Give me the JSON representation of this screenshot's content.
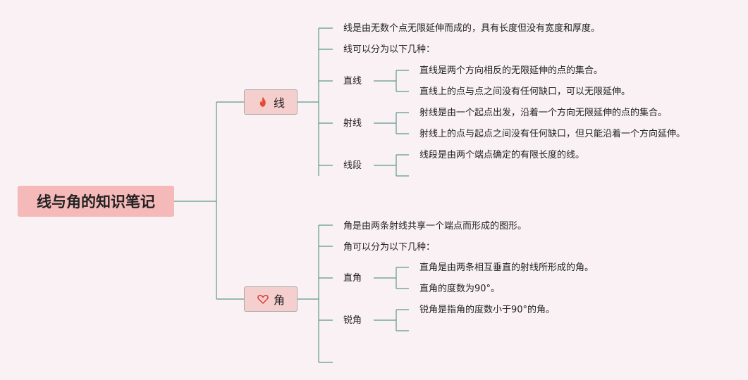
{
  "root": {
    "title": "线与角的知识笔记"
  },
  "branches": [
    {
      "label": "线",
      "icon": "fire-icon",
      "children": [
        {
          "text": "线是由无数个点无限延伸而成的，具有长度但没有宽度和厚度。"
        },
        {
          "text": "线可以分为以下几种："
        },
        {
          "text": "直线",
          "children": [
            "直线是两个方向相反的无限延伸的点的集合。",
            "直线上的点与点之间没有任何缺口，可以无限延伸。"
          ]
        },
        {
          "text": "射线",
          "children": [
            "射线是由一个起点出发，沿着一个方向无限延伸的点的集合。",
            "射线上的点与起点之间没有任何缺口，但只能沿着一个方向延伸。"
          ]
        },
        {
          "text": "线段",
          "children": [
            "线段是由两个端点确定的有限长度的线。",
            ""
          ]
        }
      ]
    },
    {
      "label": "角",
      "icon": "heart-outline-icon",
      "children": [
        {
          "text": "角是由两条射线共享一个端点而形成的图形。"
        },
        {
          "text": "角可以分为以下几种："
        },
        {
          "text": "直角",
          "children": [
            "直角是由两条相互垂直的射线所形成的角。",
            "直角的度数为90°。"
          ]
        },
        {
          "text": "锐角",
          "children": [
            "锐角是指角的度数小于90°的角。",
            ""
          ]
        },
        {
          "text": ""
        }
      ]
    }
  ],
  "colors": {
    "line": "#5f9a8c",
    "root_bg": "#f4b9b8",
    "branch_bg": "#f5cfcd",
    "fire": "#e8482f",
    "heart": "#e03c3c"
  }
}
